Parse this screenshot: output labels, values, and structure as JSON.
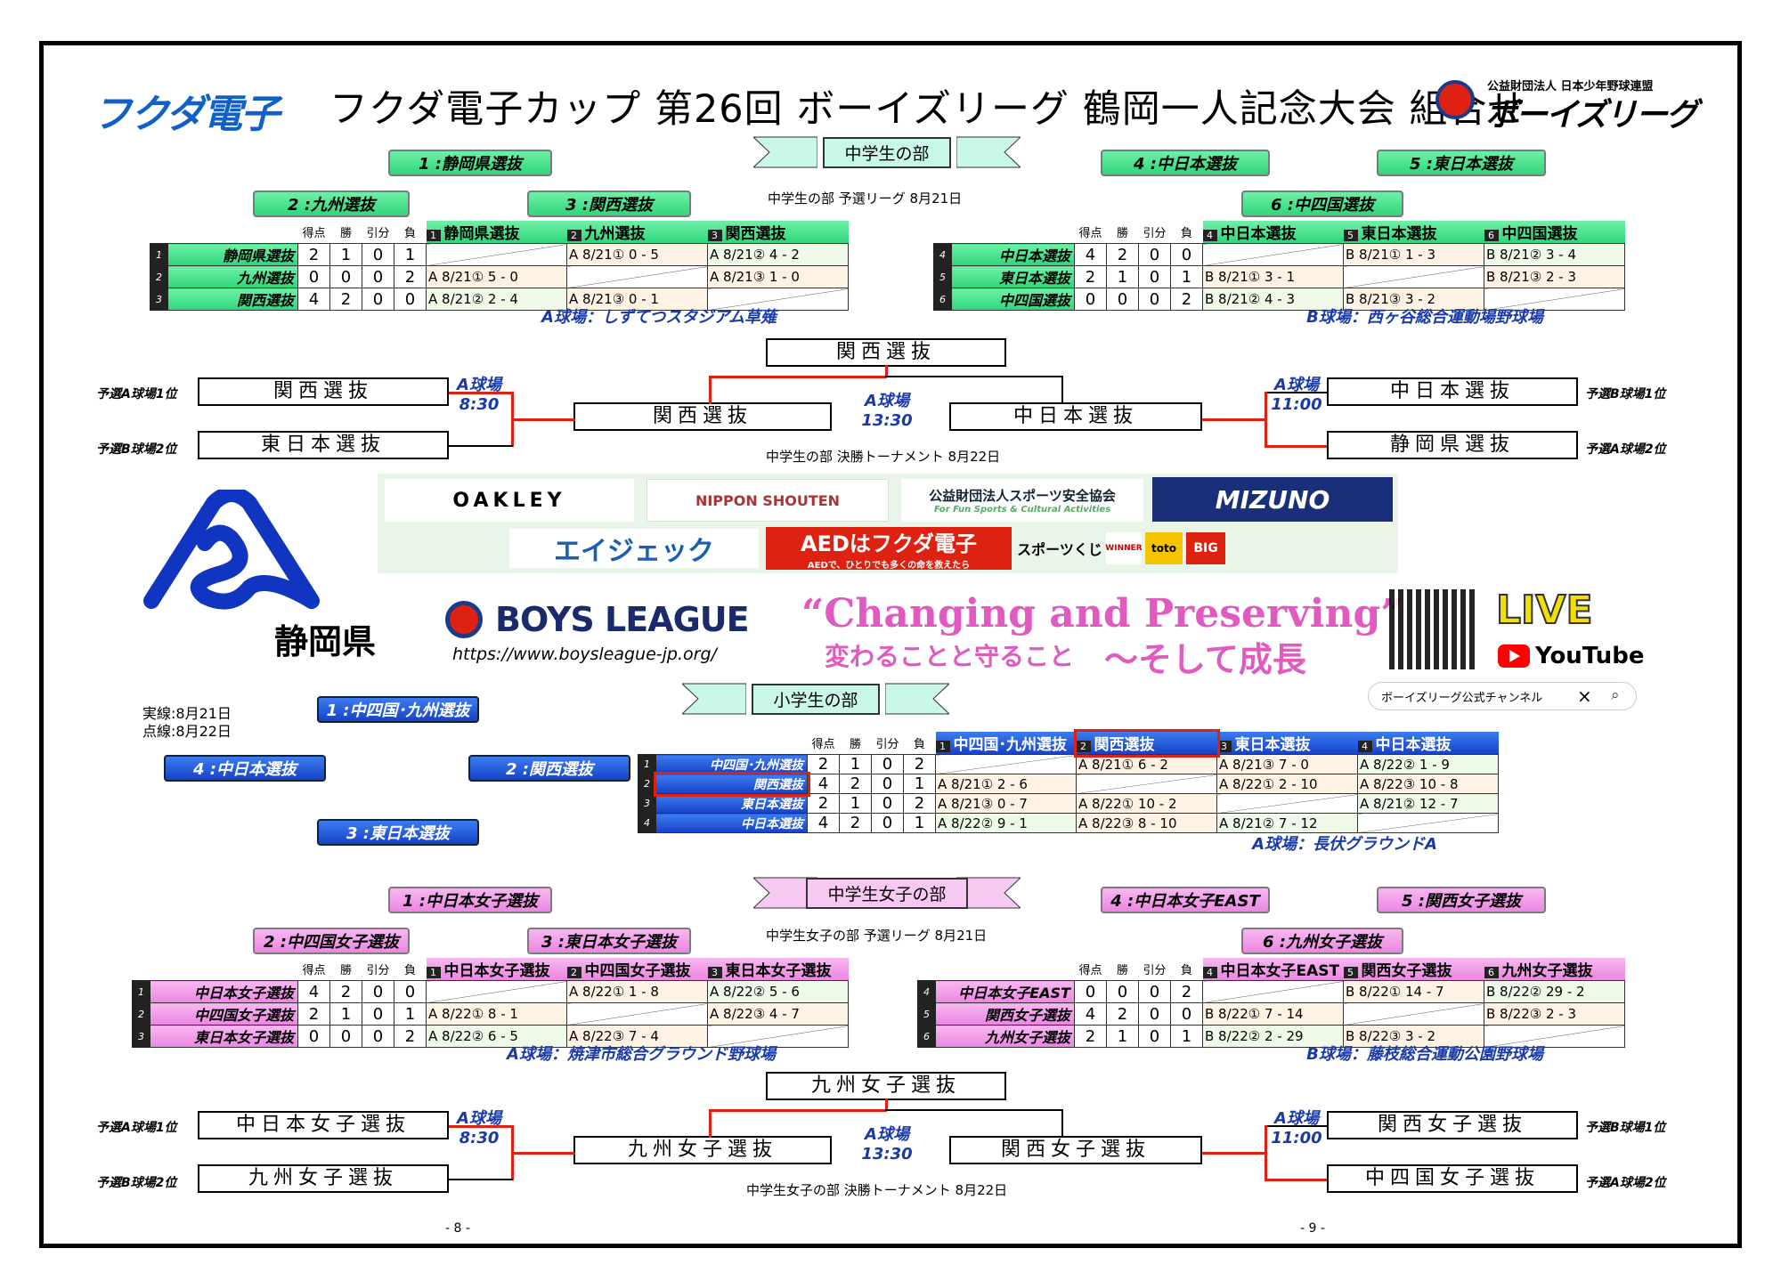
{
  "header": {
    "brand": "フクダ電子",
    "title": "フクダ電子カップ 第26回 ボーイズリーグ 鶴岡一人記念大会 組合せ",
    "org_small": "公益財団法人 日本少年野球連盟",
    "org_logo": "ボーイズリーグ"
  },
  "colors": {
    "green": "#2fd67a",
    "blue": "#1742c8",
    "pink": "#ec86e2",
    "red": "#d21"
  },
  "table_headers": {
    "pts": "得点",
    "win": "勝",
    "draw": "引分",
    "lose": "負"
  },
  "jh": {
    "ribbon": "中学生の部",
    "prelim_caption": "中学生の部 予選リーグ 8月21日",
    "final_caption": "中学生の部 決勝トーナメント 8月22日",
    "groupA": {
      "teams": [
        "1 :静岡県選抜",
        "2 :九州選抜",
        "3 :関西選抜"
      ],
      "cols": [
        "静岡県選抜",
        "九州選抜",
        "関西選抜"
      ],
      "rows": [
        {
          "no": "1",
          "name": "静岡県選抜",
          "pts": "2",
          "w": "1",
          "d": "0",
          "l": "1",
          "r": [
            "",
            "A 8/21① 0 - 5",
            "A 8/21② 4 - 2"
          ]
        },
        {
          "no": "2",
          "name": "九州選抜",
          "pts": "0",
          "w": "0",
          "d": "0",
          "l": "2",
          "r": [
            "A 8/21① 5 - 0",
            "",
            "A 8/21③ 1 - 0"
          ]
        },
        {
          "no": "3",
          "name": "関西選抜",
          "pts": "4",
          "w": "2",
          "d": "0",
          "l": "0",
          "r": [
            "A 8/21② 2 - 4",
            "A 8/21③ 0 - 1",
            ""
          ]
        }
      ],
      "venue": "A球場：しずてつスタジアム草薙"
    },
    "groupB": {
      "teams": [
        "4 :中日本選抜",
        "5 :東日本選抜",
        "6 :中四国選抜"
      ],
      "cols": [
        "中日本選抜",
        "東日本選抜",
        "中四国選抜"
      ],
      "rows": [
        {
          "no": "4",
          "name": "中日本選抜",
          "pts": "4",
          "w": "2",
          "d": "0",
          "l": "0",
          "r": [
            "",
            "B 8/21① 1 - 3",
            "B 8/21② 3 - 4"
          ]
        },
        {
          "no": "5",
          "name": "東日本選抜",
          "pts": "2",
          "w": "1",
          "d": "0",
          "l": "1",
          "r": [
            "B 8/21① 3 - 1",
            "",
            "B 8/21③ 2 - 3"
          ]
        },
        {
          "no": "6",
          "name": "中四国選抜",
          "pts": "0",
          "w": "0",
          "d": "0",
          "l": "2",
          "r": [
            "B 8/21② 4 - 3",
            "B 8/21③ 3 - 2",
            ""
          ]
        }
      ],
      "venue": "B球場：西ヶ谷総合運動場野球場"
    },
    "bracket": {
      "champion": "関西選抜",
      "semi_left": "関西選抜",
      "semi_right": "中日本選抜",
      "q_left_top": "関西選抜",
      "q_left_bot": "東日本選抜",
      "q_right_top": "中日本選抜",
      "q_right_bot": "静岡県選抜",
      "rank_lt": "予選A球場1位",
      "rank_lb": "予選B球場2位",
      "rank_rt": "予選B球場1位",
      "rank_rb": "予選A球場2位",
      "v_left": "A球場",
      "t_left": "8:30",
      "v_center": "A球場",
      "t_center": "13:30",
      "v_right": "A球場",
      "t_right": "11:00"
    }
  },
  "sponsors": [
    "OAKLEY",
    "NIPPON SHOUTEN",
    "公益財団法人スポーツ安全協会",
    "For Fun Sports & Cultural Activities",
    "MIZUNO",
    "エイジェック",
    "AEDはフクダ電子",
    "AEDで、ひとりでも多くの命を救えたら",
    "スポーツくじ",
    "WINNER",
    "toto",
    "BIG"
  ],
  "middle": {
    "pref": "静岡県",
    "boys_league": "BOYS LEAGUE",
    "url": "https://www.boysleague-jp.org/",
    "slogan_en": "“Changing and Preserving”",
    "slogan_jp1": "変わることと守ること",
    "slogan_jp2": "～そして成長",
    "live": "LIVE",
    "youtube": "YouTube",
    "search": "ボーイズリーグ公式チャンネル"
  },
  "el": {
    "ribbon": "小学生の部",
    "legend1": "実線:8月21日",
    "legend2": "点線:8月22日",
    "teams": [
      "1 :中四国･九州選抜",
      "2 :関西選抜",
      "3 :東日本選抜",
      "4 :中日本選抜"
    ],
    "cols": [
      "中四国･九州選抜",
      "関西選抜",
      "東日本選抜",
      "中日本選抜"
    ],
    "rows": [
      {
        "no": "1",
        "name": "中四国･九州選抜",
        "pts": "2",
        "w": "1",
        "d": "0",
        "l": "2",
        "r": [
          "",
          "A 8/21① 6 - 2",
          "A 8/21③ 7 - 0",
          "A 8/22② 1 - 9"
        ]
      },
      {
        "no": "2",
        "name": "関西選抜",
        "pts": "4",
        "w": "2",
        "d": "0",
        "l": "1",
        "r": [
          "A 8/21① 2 - 6",
          "",
          "A 8/22① 2 - 10",
          "A 8/22③ 10 - 8"
        ]
      },
      {
        "no": "3",
        "name": "東日本選抜",
        "pts": "2",
        "w": "1",
        "d": "0",
        "l": "2",
        "r": [
          "A 8/21③ 0 - 7",
          "A 8/22① 10 - 2",
          "",
          "A 8/21② 12 - 7"
        ]
      },
      {
        "no": "4",
        "name": "中日本選抜",
        "pts": "4",
        "w": "2",
        "d": "0",
        "l": "1",
        "r": [
          "A 8/22② 9 - 1",
          "A 8/22③ 8 - 10",
          "A 8/21② 7 - 12",
          ""
        ]
      }
    ],
    "venue": "A球場：長伏グラウンドA"
  },
  "jg": {
    "ribbon": "中学生女子の部",
    "prelim_caption": "中学生女子の部 予選リーグ 8月21日",
    "final_caption": "中学生女子の部 決勝トーナメント 8月22日",
    "groupA": {
      "teams": [
        "1 :中日本女子選抜",
        "2 :中四国女子選抜",
        "3 :東日本女子選抜"
      ],
      "cols": [
        "中日本女子選抜",
        "中四国女子選抜",
        "東日本女子選抜"
      ],
      "rows": [
        {
          "no": "1",
          "name": "中日本女子選抜",
          "pts": "4",
          "w": "2",
          "d": "0",
          "l": "0",
          "r": [
            "",
            "A 8/22① 1 - 8",
            "A 8/22② 5 - 6"
          ]
        },
        {
          "no": "2",
          "name": "中四国女子選抜",
          "pts": "2",
          "w": "1",
          "d": "0",
          "l": "1",
          "r": [
            "A 8/22① 8 - 1",
            "",
            "A 8/22③ 4 - 7"
          ]
        },
        {
          "no": "3",
          "name": "東日本女子選抜",
          "pts": "0",
          "w": "0",
          "d": "0",
          "l": "2",
          "r": [
            "A 8/22② 6 - 5",
            "A 8/22③ 7 - 4",
            ""
          ]
        }
      ],
      "venue": "A球場：焼津市総合グラウンド野球場"
    },
    "groupB": {
      "teams": [
        "4 :中日本女子EAST",
        "5 :関西女子選抜",
        "6 :九州女子選抜"
      ],
      "cols": [
        "中日本女子EAST",
        "関西女子選抜",
        "九州女子選抜"
      ],
      "rows": [
        {
          "no": "4",
          "name": "中日本女子EAST",
          "pts": "0",
          "w": "0",
          "d": "0",
          "l": "2",
          "r": [
            "",
            "B 8/22① 14 - 7",
            "B 8/22② 29 - 2"
          ]
        },
        {
          "no": "5",
          "name": "関西女子選抜",
          "pts": "4",
          "w": "2",
          "d": "0",
          "l": "0",
          "r": [
            "B 8/22① 7 - 14",
            "",
            "B 8/22③ 2 - 3"
          ]
        },
        {
          "no": "6",
          "name": "九州女子選抜",
          "pts": "2",
          "w": "1",
          "d": "0",
          "l": "1",
          "r": [
            "B 8/22② 2 - 29",
            "B 8/22③ 3 - 2",
            ""
          ]
        }
      ],
      "venue": "B球場：藤枝総合運動公園野球場"
    },
    "bracket": {
      "champion": "九州女子選抜",
      "semi_left": "九州女子選抜",
      "semi_right": "関西女子選抜",
      "q_left_top": "中日本女子選抜",
      "q_left_bot": "九州女子選抜",
      "q_right_top": "関西女子選抜",
      "q_right_bot": "中四国女子選抜",
      "rank_lt": "予選A球場1位",
      "rank_lb": "予選B球場2位",
      "rank_rt": "予選B球場1位",
      "rank_rb": "予選A球場2位",
      "v_left": "A球場",
      "t_left": "8:30",
      "v_center": "A球場",
      "t_center": "13:30",
      "v_right": "A球場",
      "t_right": "11:00"
    }
  },
  "pages": [
    "- 8 -",
    "- 9 -"
  ]
}
